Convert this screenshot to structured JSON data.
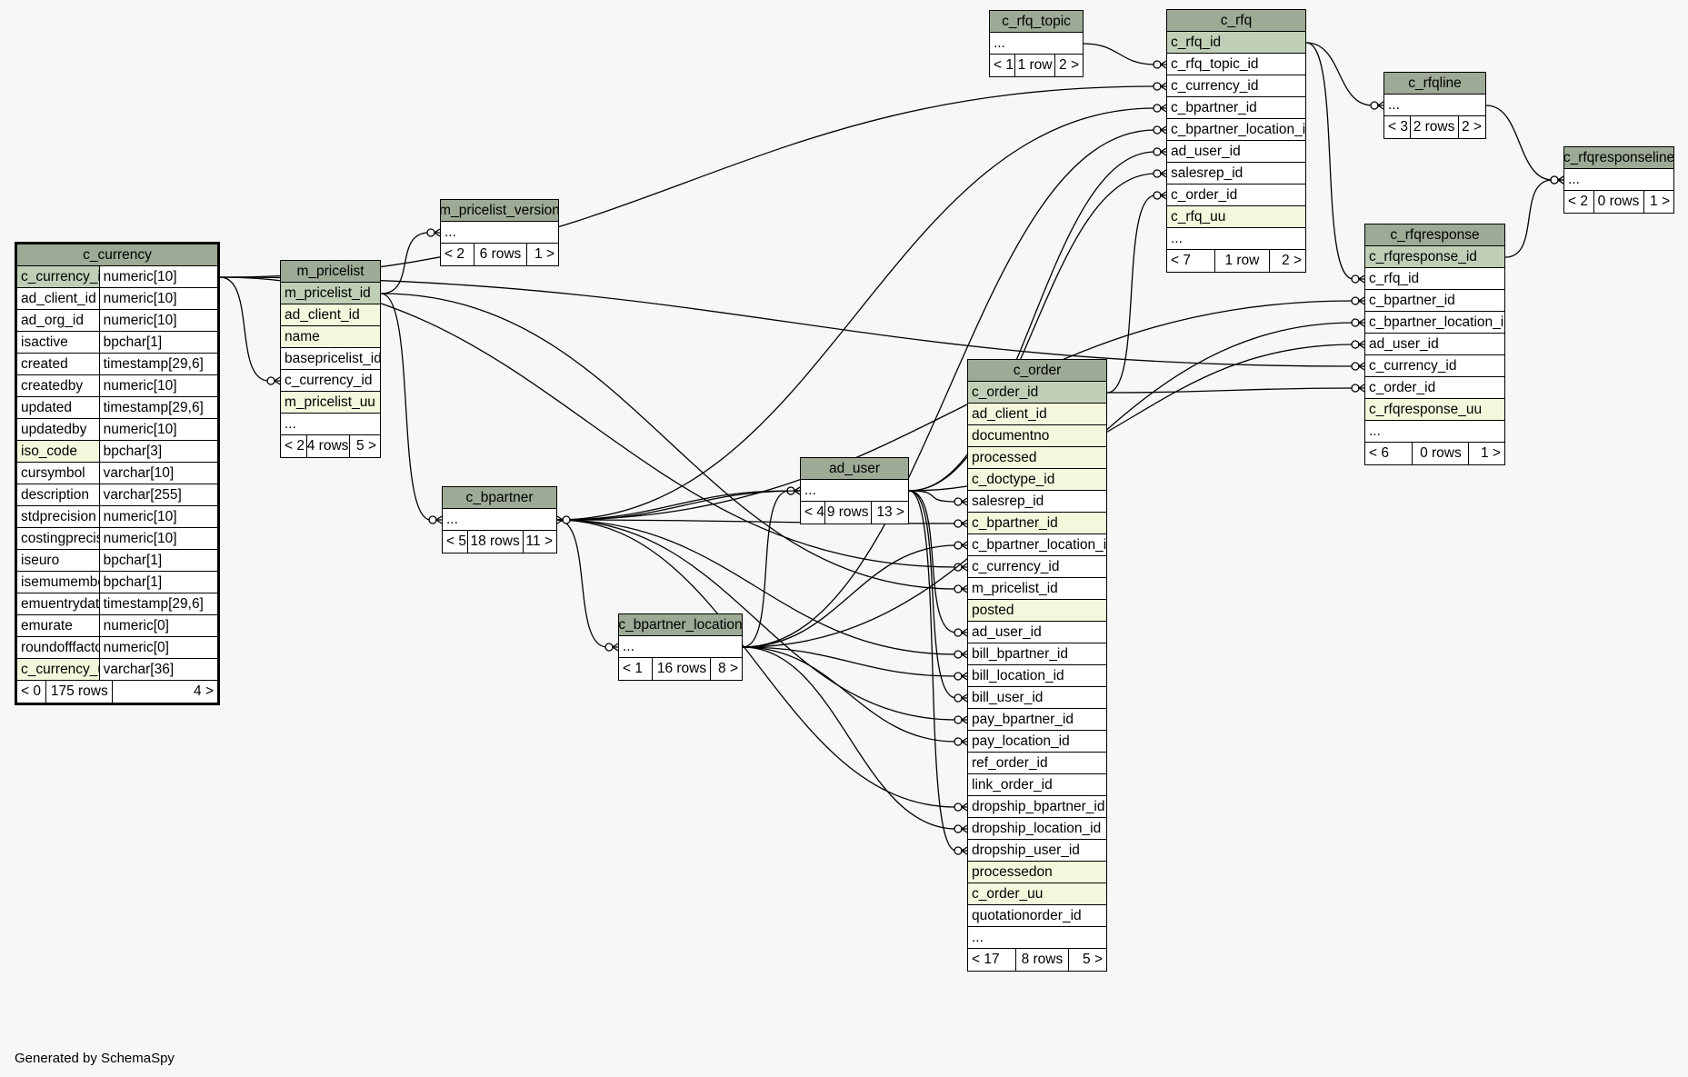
{
  "footer": "Generated by SchemaSpy",
  "colors": {
    "header": "#9daa95",
    "primary_key": "#bfcfb6",
    "indexed": "#f5f7dc",
    "plain": "#ffffff",
    "background": "#f7f7f7"
  },
  "tables": {
    "c_currency": {
      "name": "c_currency",
      "columns": [
        {
          "name": "c_currency_id",
          "type": "numeric[10]",
          "kind": "pk"
        },
        {
          "name": "ad_client_id",
          "type": "numeric[10]",
          "kind": "plain"
        },
        {
          "name": "ad_org_id",
          "type": "numeric[10]",
          "kind": "plain"
        },
        {
          "name": "isactive",
          "type": "bpchar[1]",
          "kind": "plain"
        },
        {
          "name": "created",
          "type": "timestamp[29,6]",
          "kind": "plain"
        },
        {
          "name": "createdby",
          "type": "numeric[10]",
          "kind": "plain"
        },
        {
          "name": "updated",
          "type": "timestamp[29,6]",
          "kind": "plain"
        },
        {
          "name": "updatedby",
          "type": "numeric[10]",
          "kind": "plain"
        },
        {
          "name": "iso_code",
          "type": "bpchar[3]",
          "kind": "ix"
        },
        {
          "name": "cursymbol",
          "type": "varchar[10]",
          "kind": "plain"
        },
        {
          "name": "description",
          "type": "varchar[255]",
          "kind": "plain"
        },
        {
          "name": "stdprecision",
          "type": "numeric[10]",
          "kind": "plain"
        },
        {
          "name": "costingprecision",
          "type": "numeric[10]",
          "kind": "plain"
        },
        {
          "name": "iseuro",
          "type": "bpchar[1]",
          "kind": "plain"
        },
        {
          "name": "isemumember",
          "type": "bpchar[1]",
          "kind": "plain"
        },
        {
          "name": "emuentrydate",
          "type": "timestamp[29,6]",
          "kind": "plain"
        },
        {
          "name": "emurate",
          "type": "numeric[0]",
          "kind": "plain"
        },
        {
          "name": "roundofffactor",
          "type": "numeric[0]",
          "kind": "plain"
        },
        {
          "name": "c_currency_uu",
          "type": "varchar[36]",
          "kind": "ix"
        }
      ],
      "footer": [
        "< 0",
        "175 rows",
        "4 >"
      ]
    },
    "m_pricelist": {
      "name": "m_pricelist",
      "columns": [
        {
          "name": "m_pricelist_id",
          "kind": "pk"
        },
        {
          "name": "ad_client_id",
          "kind": "ix"
        },
        {
          "name": "name",
          "kind": "ix"
        },
        {
          "name": "basepricelist_id",
          "kind": "plain"
        },
        {
          "name": "c_currency_id",
          "kind": "plain"
        },
        {
          "name": "m_pricelist_uu",
          "kind": "ix"
        },
        {
          "name": "...",
          "kind": "plain"
        }
      ],
      "footer": [
        "< 2",
        "4 rows",
        "5 >"
      ]
    },
    "m_pricelist_version": {
      "name": "m_pricelist_version",
      "columns": [
        {
          "name": "...",
          "kind": "plain"
        }
      ],
      "footer": [
        "< 2",
        "6 rows",
        "1 >"
      ]
    },
    "c_bpartner": {
      "name": "c_bpartner",
      "columns": [
        {
          "name": "...",
          "kind": "plain"
        }
      ],
      "footer": [
        "< 5",
        "18 rows",
        "11 >"
      ]
    },
    "c_bpartner_location": {
      "name": "c_bpartner_location",
      "columns": [
        {
          "name": "...",
          "kind": "plain"
        }
      ],
      "footer": [
        "< 1",
        "16 rows",
        "8 >"
      ]
    },
    "ad_user": {
      "name": "ad_user",
      "columns": [
        {
          "name": "...",
          "kind": "plain"
        }
      ],
      "footer": [
        "< 4",
        "9 rows",
        "13 >"
      ]
    },
    "c_order": {
      "name": "c_order",
      "columns": [
        {
          "name": "c_order_id",
          "kind": "pk"
        },
        {
          "name": "ad_client_id",
          "kind": "ix"
        },
        {
          "name": "documentno",
          "kind": "ix"
        },
        {
          "name": "processed",
          "kind": "ix"
        },
        {
          "name": "c_doctype_id",
          "kind": "ix"
        },
        {
          "name": "salesrep_id",
          "kind": "plain"
        },
        {
          "name": "c_bpartner_id",
          "kind": "ix"
        },
        {
          "name": "c_bpartner_location_id",
          "kind": "plain"
        },
        {
          "name": "c_currency_id",
          "kind": "plain"
        },
        {
          "name": "m_pricelist_id",
          "kind": "plain"
        },
        {
          "name": "posted",
          "kind": "ix"
        },
        {
          "name": "ad_user_id",
          "kind": "plain"
        },
        {
          "name": "bill_bpartner_id",
          "kind": "plain"
        },
        {
          "name": "bill_location_id",
          "kind": "plain"
        },
        {
          "name": "bill_user_id",
          "kind": "plain"
        },
        {
          "name": "pay_bpartner_id",
          "kind": "plain"
        },
        {
          "name": "pay_location_id",
          "kind": "plain"
        },
        {
          "name": "ref_order_id",
          "kind": "plain"
        },
        {
          "name": "link_order_id",
          "kind": "plain"
        },
        {
          "name": "dropship_bpartner_id",
          "kind": "plain"
        },
        {
          "name": "dropship_location_id",
          "kind": "plain"
        },
        {
          "name": "dropship_user_id",
          "kind": "plain"
        },
        {
          "name": "processedon",
          "kind": "ix"
        },
        {
          "name": "c_order_uu",
          "kind": "ix"
        },
        {
          "name": "quotationorder_id",
          "kind": "plain"
        },
        {
          "name": "...",
          "kind": "plain"
        }
      ],
      "footer": [
        "< 17",
        "8 rows",
        "5 >"
      ]
    },
    "c_rfq_topic": {
      "name": "c_rfq_topic",
      "columns": [
        {
          "name": "...",
          "kind": "plain"
        }
      ],
      "footer": [
        "< 1",
        "1 row",
        "2 >"
      ]
    },
    "c_rfq": {
      "name": "c_rfq",
      "columns": [
        {
          "name": "c_rfq_id",
          "kind": "pk"
        },
        {
          "name": "c_rfq_topic_id",
          "kind": "plain"
        },
        {
          "name": "c_currency_id",
          "kind": "plain"
        },
        {
          "name": "c_bpartner_id",
          "kind": "plain"
        },
        {
          "name": "c_bpartner_location_id",
          "kind": "plain"
        },
        {
          "name": "ad_user_id",
          "kind": "plain"
        },
        {
          "name": "salesrep_id",
          "kind": "plain"
        },
        {
          "name": "c_order_id",
          "kind": "plain"
        },
        {
          "name": "c_rfq_uu",
          "kind": "ix"
        },
        {
          "name": "...",
          "kind": "plain"
        }
      ],
      "footer": [
        "< 7",
        "1 row",
        "2 >"
      ]
    },
    "c_rfqline": {
      "name": "c_rfqline",
      "columns": [
        {
          "name": "...",
          "kind": "plain"
        }
      ],
      "footer": [
        "< 3",
        "2 rows",
        "2 >"
      ]
    },
    "c_rfqresponse": {
      "name": "c_rfqresponse",
      "columns": [
        {
          "name": "c_rfqresponse_id",
          "kind": "pk"
        },
        {
          "name": "c_rfq_id",
          "kind": "plain"
        },
        {
          "name": "c_bpartner_id",
          "kind": "plain"
        },
        {
          "name": "c_bpartner_location_id",
          "kind": "plain"
        },
        {
          "name": "ad_user_id",
          "kind": "plain"
        },
        {
          "name": "c_currency_id",
          "kind": "plain"
        },
        {
          "name": "c_order_id",
          "kind": "plain"
        },
        {
          "name": "c_rfqresponse_uu",
          "kind": "ix"
        },
        {
          "name": "...",
          "kind": "plain"
        }
      ],
      "footer": [
        "< 6",
        "0 rows",
        "1 >"
      ]
    },
    "c_rfqresponseline": {
      "name": "c_rfqresponseline",
      "columns": [
        {
          "name": "...",
          "kind": "plain"
        }
      ],
      "footer": [
        "< 2",
        "0 rows",
        "1 >"
      ]
    }
  },
  "relationships": [
    {
      "from": "c_currency.c_currency_id",
      "to": "m_pricelist.c_currency_id"
    },
    {
      "from": "c_currency.c_currency_id",
      "to": "c_order.c_currency_id"
    },
    {
      "from": "c_currency.c_currency_id",
      "to": "c_rfq.c_currency_id"
    },
    {
      "from": "c_currency.c_currency_id",
      "to": "c_rfqresponse.c_currency_id"
    },
    {
      "from": "m_pricelist.m_pricelist_id",
      "to": "m_pricelist_version"
    },
    {
      "from": "m_pricelist.m_pricelist_id",
      "to": "c_bpartner"
    },
    {
      "from": "m_pricelist.m_pricelist_id",
      "to": "c_order.m_pricelist_id"
    },
    {
      "from": "c_bpartner",
      "to": "c_bpartner_location"
    },
    {
      "from": "c_bpartner",
      "to": "ad_user"
    },
    {
      "from": "c_bpartner",
      "to": "c_order.c_bpartner_id"
    },
    {
      "from": "c_bpartner",
      "to": "c_order.bill_bpartner_id"
    },
    {
      "from": "c_bpartner",
      "to": "c_order.pay_bpartner_id"
    },
    {
      "from": "c_bpartner",
      "to": "c_order.dropship_bpartner_id"
    },
    {
      "from": "c_bpartner",
      "to": "c_rfq.c_bpartner_id"
    },
    {
      "from": "c_bpartner",
      "to": "c_rfqresponse.c_bpartner_id"
    },
    {
      "from": "c_bpartner_location",
      "to": "ad_user"
    },
    {
      "from": "c_bpartner_location",
      "to": "c_order.c_bpartner_location_id"
    },
    {
      "from": "c_bpartner_location",
      "to": "c_order.bill_location_id"
    },
    {
      "from": "c_bpartner_location",
      "to": "c_order.pay_location_id"
    },
    {
      "from": "c_bpartner_location",
      "to": "c_order.dropship_location_id"
    },
    {
      "from": "c_bpartner_location",
      "to": "c_rfq.c_bpartner_location_id"
    },
    {
      "from": "c_bpartner_location",
      "to": "c_rfqresponse.c_bpartner_location_id"
    },
    {
      "from": "ad_user",
      "to": "c_bpartner"
    },
    {
      "from": "ad_user",
      "to": "c_order.salesrep_id"
    },
    {
      "from": "ad_user",
      "to": "c_order.ad_user_id"
    },
    {
      "from": "ad_user",
      "to": "c_order.bill_user_id"
    },
    {
      "from": "ad_user",
      "to": "c_order.dropship_user_id"
    },
    {
      "from": "ad_user",
      "to": "c_rfq.ad_user_id"
    },
    {
      "from": "ad_user",
      "to": "c_rfq.salesrep_id"
    },
    {
      "from": "ad_user",
      "to": "c_rfqresponse.ad_user_id"
    },
    {
      "from": "c_order.c_order_id",
      "to": "c_rfq.c_order_id"
    },
    {
      "from": "c_order.c_order_id",
      "to": "c_rfqresponse.c_order_id"
    },
    {
      "from": "c_rfq_topic",
      "to": "c_rfq.c_rfq_topic_id"
    },
    {
      "from": "c_rfq.c_rfq_id",
      "to": "c_rfqline"
    },
    {
      "from": "c_rfq.c_rfq_id",
      "to": "c_rfqresponse.c_rfq_id"
    },
    {
      "from": "c_rfqline",
      "to": "c_rfqresponseline"
    },
    {
      "from": "c_rfqresponse.c_rfqresponse_id",
      "to": "c_rfqresponseline"
    }
  ]
}
